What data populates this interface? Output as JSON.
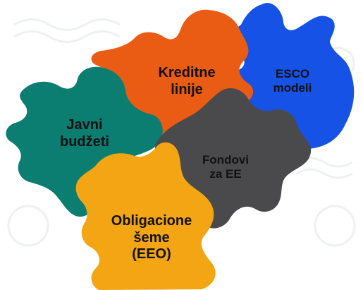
{
  "pieces": [
    {
      "id": "kreditne",
      "lines": [
        "Kreditne",
        "linije"
      ],
      "color": "#ea5b13"
    },
    {
      "id": "esco",
      "lines": [
        "ESCO",
        "modeli"
      ],
      "color": "#1652e5"
    },
    {
      "id": "javni",
      "lines": [
        "Javni",
        "budžeti"
      ],
      "color": "#0b7d71"
    },
    {
      "id": "fondovi",
      "lines": [
        "Fondovi",
        "za EE"
      ],
      "color": "#4a4a4c"
    },
    {
      "id": "oblig",
      "lines": [
        "Obligacione",
        "šeme",
        "(EEO)"
      ],
      "color": "#f3a514"
    }
  ]
}
